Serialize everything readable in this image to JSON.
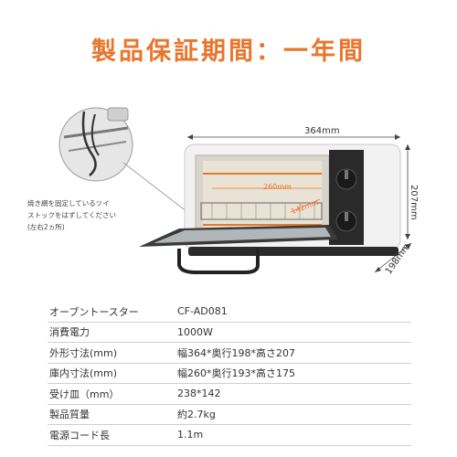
{
  "headline": "製品保証期間：一年間",
  "callout": {
    "line1": "焼き網を固定しているツイ",
    "line2": "ストックをはずしてください",
    "line3": "(左右2ヵ所)"
  },
  "dimensions": {
    "width": "364mm",
    "height": "207mm",
    "depth": "198mm",
    "inner_width": "260mm",
    "inner_depth": "142mm"
  },
  "specs": [
    {
      "label": "オーブントースター",
      "value": "CF-AD081"
    },
    {
      "label": "消費電力",
      "value": "1000W"
    },
    {
      "label": "外形寸法(mm)",
      "value": "幅364*奥行198*高さ207"
    },
    {
      "label": "庫内寸法(mm)",
      "value": "幅260*奥行193*高さ175"
    },
    {
      "label": "受け皿（mm）",
      "value": "238*142"
    },
    {
      "label": "製品質量",
      "value": "約2.7kg"
    },
    {
      "label": "電源コード長",
      "value": "1.1m"
    }
  ],
  "colors": {
    "accent": "#e8762d",
    "toaster_body": "#f2f2f2",
    "panel": "#2a2a2a"
  }
}
